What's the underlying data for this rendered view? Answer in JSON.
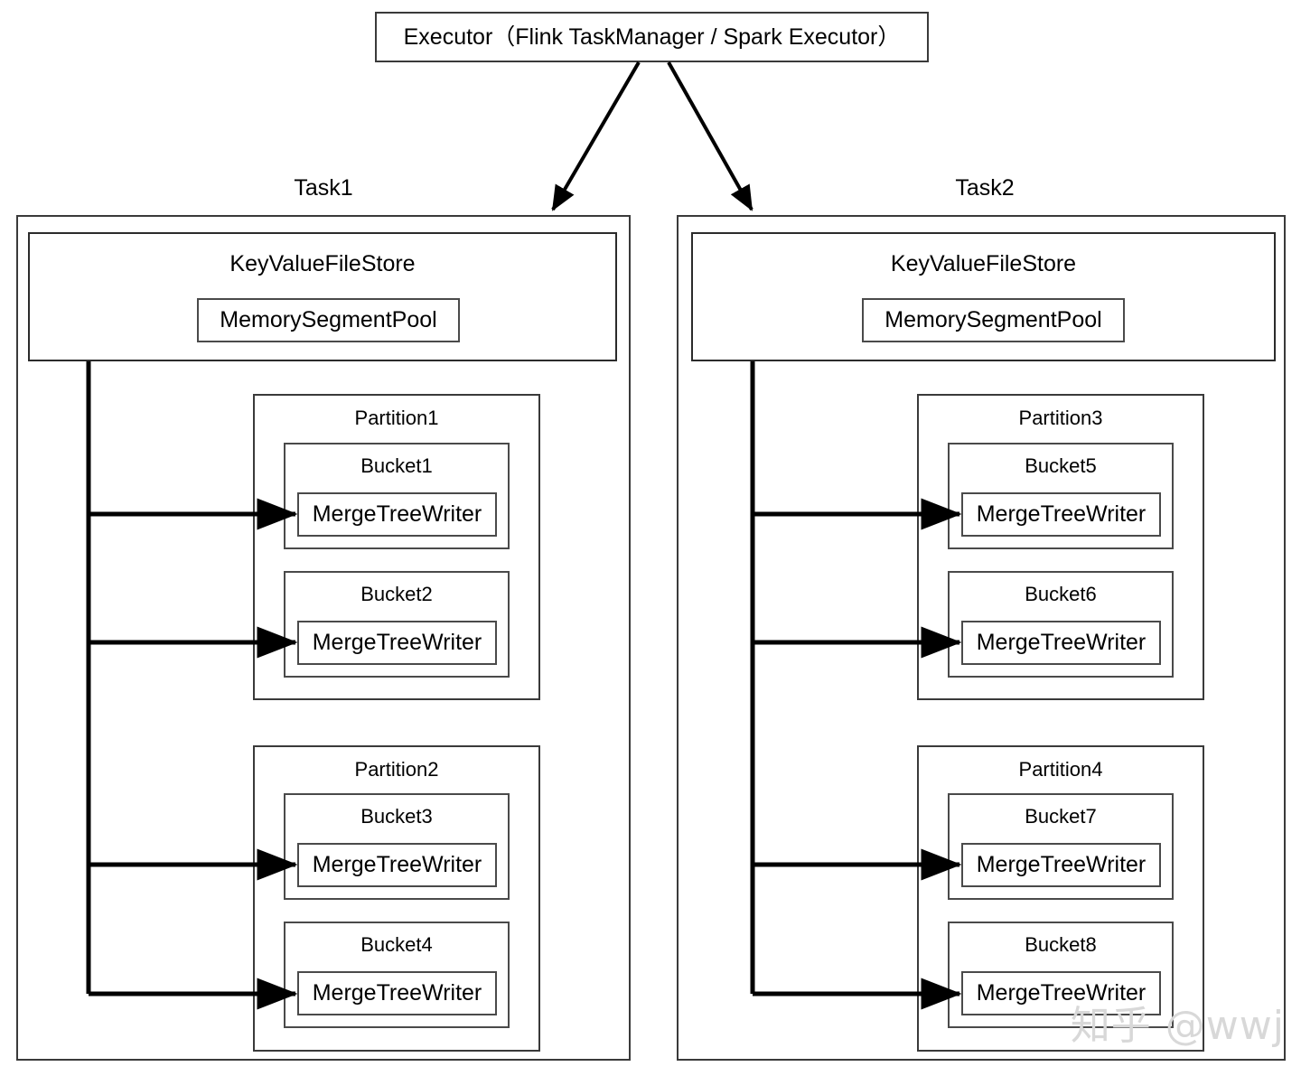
{
  "diagram": {
    "title": "Paimon write path: Executor to Task to Partition to Bucket to MergeTreeWriter",
    "executor": {
      "label": "Executor（Flink TaskManager / Spark Executor）"
    },
    "watermark": "知乎 @wwj",
    "colors": {
      "background": "#ffffff",
      "stroke": "#3a3a3a",
      "arrow": "#000000",
      "text": "#000000",
      "watermark": "#d8d8d8"
    },
    "tasks": [
      {
        "title": "Task1",
        "store": {
          "title": "KeyValueFileStore",
          "pool": "MemorySegmentPool"
        },
        "partitions": [
          {
            "title": "Partition1",
            "buckets": [
              {
                "title": "Bucket1",
                "writer": "MergeTreeWriter"
              },
              {
                "title": "Bucket2",
                "writer": "MergeTreeWriter"
              }
            ]
          },
          {
            "title": "Partition2",
            "buckets": [
              {
                "title": "Bucket3",
                "writer": "MergeTreeWriter"
              },
              {
                "title": "Bucket4",
                "writer": "MergeTreeWriter"
              }
            ]
          }
        ]
      },
      {
        "title": "Task2",
        "store": {
          "title": "KeyValueFileStore",
          "pool": "MemorySegmentPool"
        },
        "partitions": [
          {
            "title": "Partition3",
            "buckets": [
              {
                "title": "Bucket5",
                "writer": "MergeTreeWriter"
              },
              {
                "title": "Bucket6",
                "writer": "MergeTreeWriter"
              }
            ]
          },
          {
            "title": "Partition4",
            "buckets": [
              {
                "title": "Bucket7",
                "writer": "MergeTreeWriter"
              },
              {
                "title": "Bucket8",
                "writer": "MergeTreeWriter"
              }
            ]
          }
        ]
      }
    ]
  }
}
